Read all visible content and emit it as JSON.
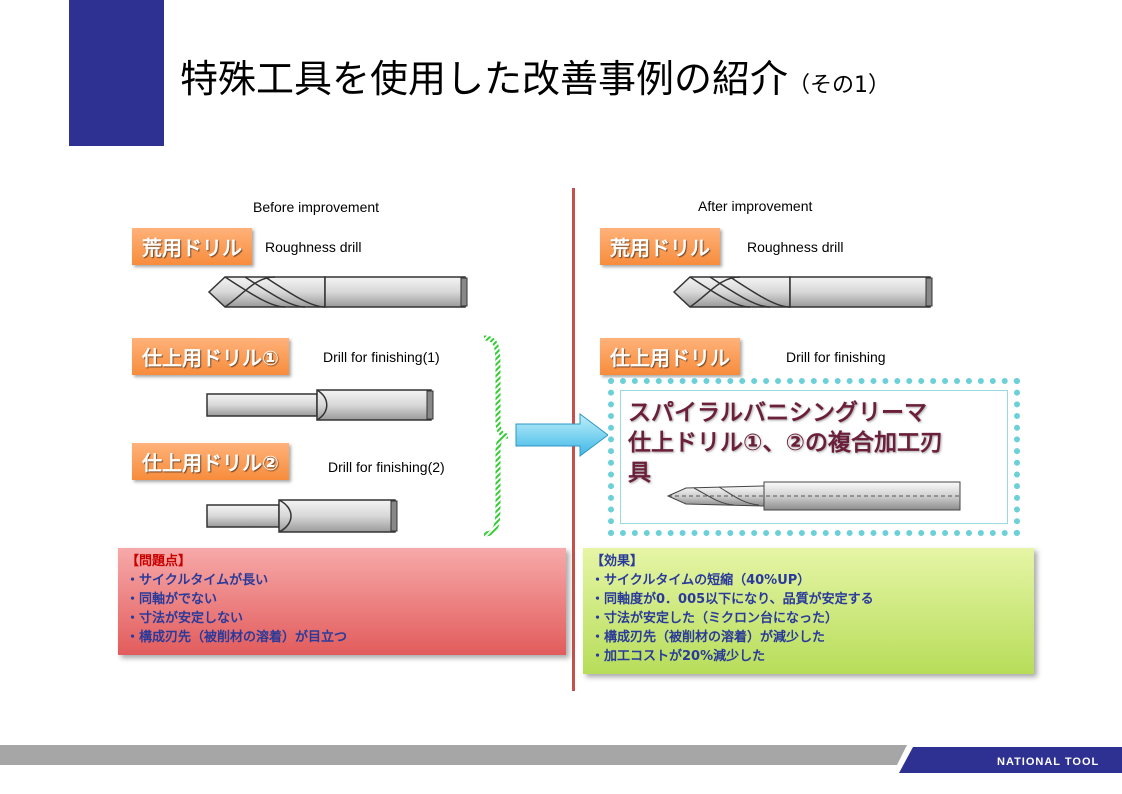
{
  "slide": {
    "title": "特殊工具を使用した改善事例の紹介",
    "title_sub": "（その1）"
  },
  "before": {
    "header": "Before improvement",
    "rough": {
      "label": "荒用ドリル",
      "caption": "Roughness drill"
    },
    "finish1": {
      "label": "仕上用ドリル①",
      "caption": "Drill  for finishing(1)"
    },
    "finish2": {
      "label": "仕上用ドリル②",
      "caption": "Drill  for finishing(2)"
    }
  },
  "after": {
    "header": "After improvement",
    "rough": {
      "label": "荒用ドリル",
      "caption": "Roughness drill"
    },
    "finish": {
      "label": "仕上用ドリル",
      "caption": "Drill  for finishing"
    },
    "reamer": {
      "line1": "スパイラルバニシングリーマ",
      "line2": "仕上ドリル①、②の複合加工刃",
      "line3": "具"
    }
  },
  "problems": {
    "heading": "【問題点】",
    "items": [
      "・サイクルタイムが長い",
      "・同軸がでない",
      "・寸法が安定しない",
      "・構成刃先（被削材の溶着）が目立つ"
    ]
  },
  "effects": {
    "heading": "【効果】",
    "items": [
      "・サイクルタイムの短縮（40%UP）",
      "・同軸度が0．005以下になり、品質が安定する",
      "・寸法が安定した（ミクロン台になった）",
      "・構成刃先（被削材の溶着）が減少した",
      "・加工コストが20%減少した"
    ]
  },
  "footer": {
    "logo_text": "NATIONAL TOOL"
  },
  "colors": {
    "title_block": "#2e3192",
    "label_orange": "#f78c3c",
    "divider": "#c8504b",
    "problem_red": "#e25c5c",
    "effect_green": "#b7dd5a",
    "arrow_cyan": "#3fb7e6",
    "brace_green": "#33cc33"
  }
}
